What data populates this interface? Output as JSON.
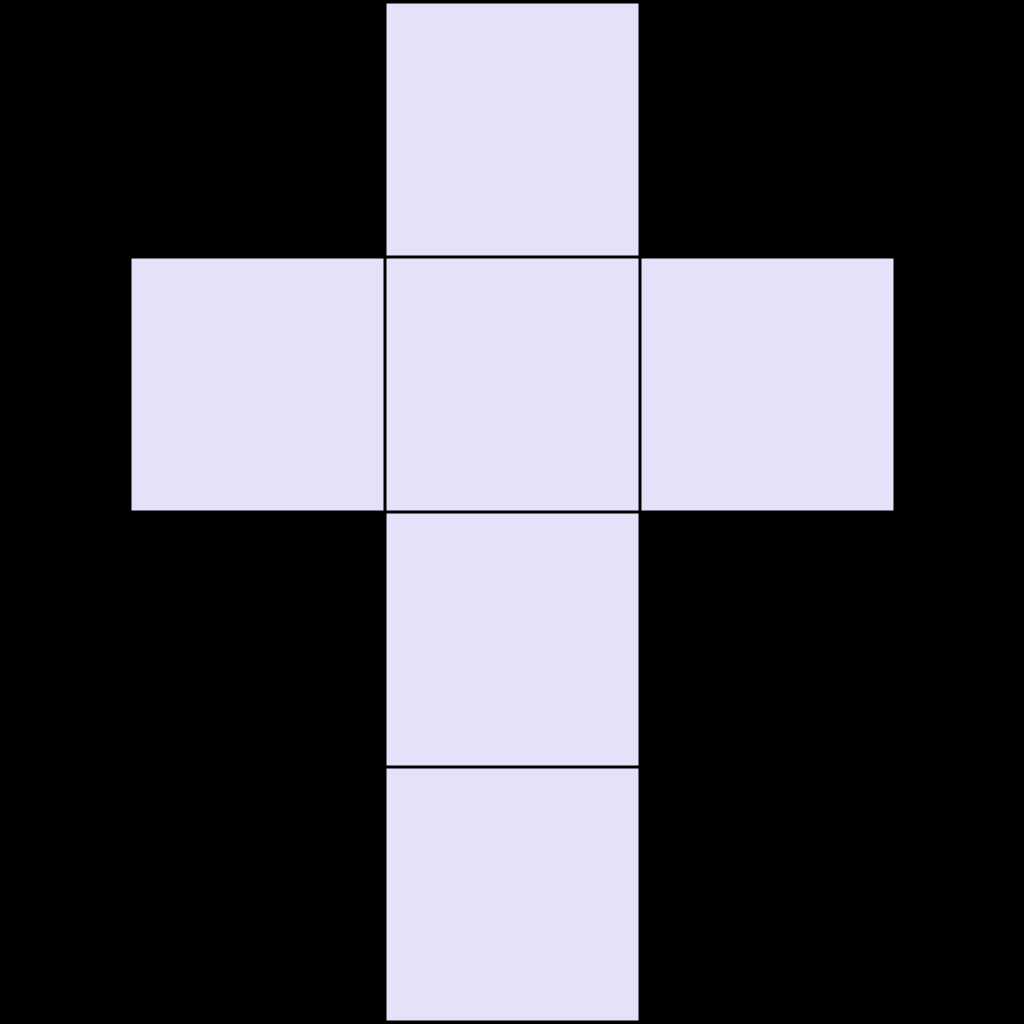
{
  "colors": {
    "background": "#000000",
    "face_fill": "#e6e0f8",
    "edge_stroke": "#000000"
  },
  "net": {
    "type": "cube-net",
    "faces": [
      {
        "name": "face-top",
        "row": 0,
        "col": 1
      },
      {
        "name": "face-left",
        "row": 1,
        "col": 0
      },
      {
        "name": "face-center",
        "row": 1,
        "col": 1
      },
      {
        "name": "face-right",
        "row": 1,
        "col": 2
      },
      {
        "name": "face-lower",
        "row": 2,
        "col": 1
      },
      {
        "name": "face-bottom",
        "row": 3,
        "col": 1
      }
    ]
  }
}
